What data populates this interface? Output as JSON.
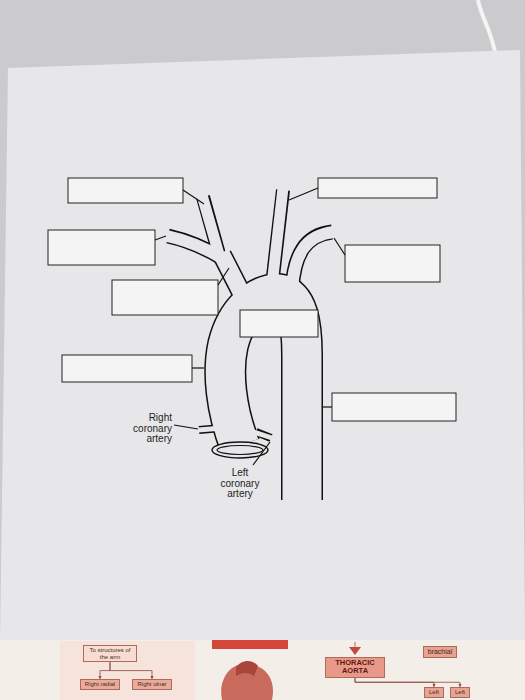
{
  "diagram": {
    "nodes": [
      {
        "text": [
          "To structures of the arm"
        ]
      },
      {
        "text": [
          "brachial"
        ]
      },
      {
        "text": [
          "THORACIC AORTA"
        ]
      },
      {
        "text": [
          "Right radial"
        ]
      },
      {
        "text": [
          "Right ulnar"
        ]
      },
      {
        "text": [
          "Left"
        ]
      },
      {
        "text": [
          "Left"
        ]
      }
    ],
    "edges": [
      {
        "from": 0,
        "to": 3,
        "arrow": "to"
      },
      {
        "from": 0,
        "to": 4,
        "arrow": "to"
      },
      {
        "from": 2,
        "to": 5,
        "arrow": "to"
      },
      {
        "from": 2,
        "to": 6,
        "arrow": "to"
      }
    ],
    "labels": [
      "Right coronary artery",
      "Left coronary artery"
    ]
  }
}
